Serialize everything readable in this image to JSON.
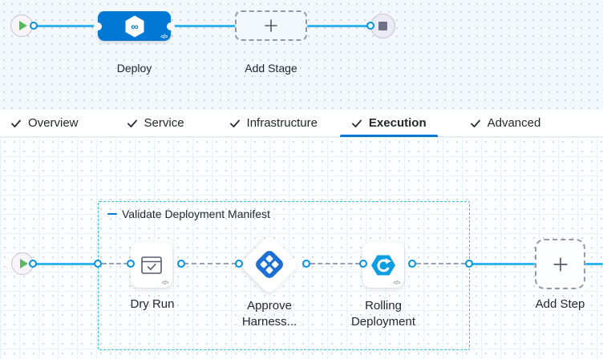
{
  "icons": {
    "infinity": "∞",
    "code": "</>"
  },
  "stage_pipeline": {
    "stage_name": "Deploy",
    "add_stage_label": "Add Stage"
  },
  "tabs": [
    {
      "label": "Overview",
      "checked": true,
      "active": false
    },
    {
      "label": "Service",
      "checked": true,
      "active": false
    },
    {
      "label": "Infrastructure",
      "checked": true,
      "active": false
    },
    {
      "label": "Execution",
      "checked": true,
      "active": true
    },
    {
      "label": "Advanced",
      "checked": true,
      "active": false
    }
  ],
  "execution": {
    "group_label": "Validate Deployment Manifest",
    "steps": [
      {
        "name": "Dry Run",
        "lines": [
          "Dry Run"
        ],
        "icon": "dry-run-check-icon",
        "shape": "card"
      },
      {
        "name": "Approve Harness...",
        "lines": [
          "Approve",
          "Harness..."
        ],
        "icon": "approval-icon",
        "shape": "diamond"
      },
      {
        "name": "Rolling Deployment",
        "lines": [
          "Rolling",
          "Deployment"
        ],
        "icon": "rolling-deployment-icon",
        "shape": "card"
      }
    ],
    "add_step_label": "Add Step"
  },
  "colors": {
    "primary_blue": "#0278d5",
    "connector_solid": "#33b4ef",
    "connector_ring": "#0092e4",
    "connector_dashed": "#9ba0b2",
    "group_border": "#2fc7ef",
    "play_green": "#5cb85e",
    "canvas_top_bg": "#f2f8fc",
    "canvas_bottom_bg": "#fcfdff"
  }
}
